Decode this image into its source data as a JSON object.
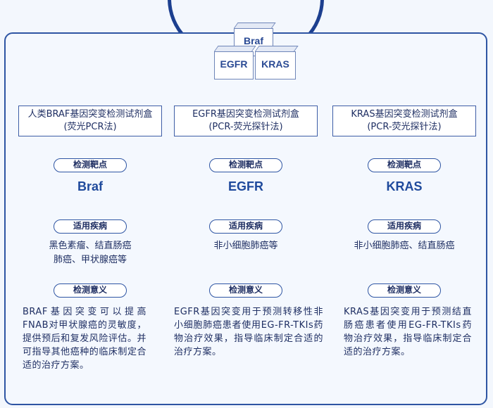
{
  "header": {
    "boxes": [
      "Braf",
      "EGFR",
      "KRAS"
    ]
  },
  "labels": {
    "target": "检测靶点",
    "disease": "适用疾病",
    "meaning": "检测意义"
  },
  "columns": [
    {
      "title_line1": "人类BRAF基因突变检测试剂盒",
      "title_line2": "(荧光PCR法)",
      "target": "Braf",
      "disease_line1": "黑色素瘤、结直肠癌",
      "disease_line2": "肺癌、甲状腺癌等",
      "meaning": "BRAF基因突变可以提高FNAB对甲状腺癌的灵敏度，提供预后和复发风险评估。并可指导其他癌种的临床制定合适的治疗方案。"
    },
    {
      "title_line1": "EGFR基因突变检测试剂盒",
      "title_line2": "(PCR-荧光探针法)",
      "target": "EGFR",
      "disease_line1": "非小细胞肺癌等",
      "disease_line2": "",
      "meaning": "EGFR基因突变用于预测转移性非小细胞肺癌患者使用EG-FR-TKIs药物治疗效果，指导临床制定合适的治疗方案。"
    },
    {
      "title_line1": "KRAS基因突变检测试剂盒",
      "title_line2": "(PCR-荧光探针法)",
      "target": "KRAS",
      "disease_line1": "非小细胞肺癌、结直肠癌",
      "disease_line2": "",
      "meaning": "KRAS基因突变用于预测结直肠癌患者使用EG-FR-TKIs药物治疗效果，指导临床制定合适的治疗方案。"
    }
  ]
}
